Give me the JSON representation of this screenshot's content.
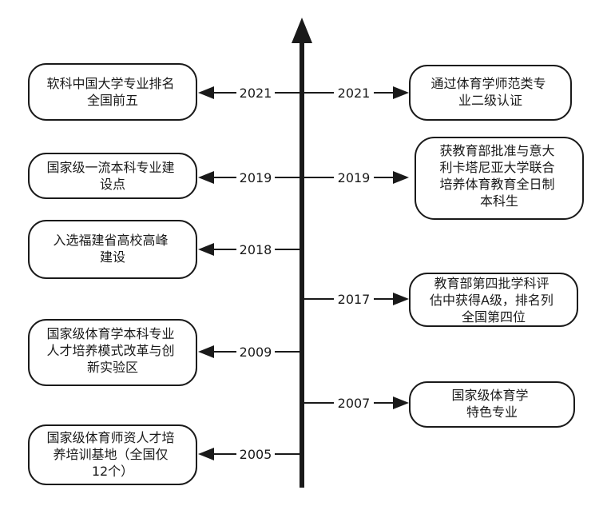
{
  "left_events": [
    {
      "year": "2021",
      "lines": [
        "软科中国大学专业排名",
        "全国前五"
      ]
    },
    {
      "year": "2019",
      "lines": [
        "国家级一流本科专业建",
        "设点"
      ]
    },
    {
      "year": "2018",
      "lines": [
        "入选福建省高校高峰",
        "建设"
      ]
    },
    {
      "year": "2009",
      "lines": [
        "国家级体育学本科专业",
        "人才培养模式改革与创",
        "新实验区"
      ]
    },
    {
      "year": "2005",
      "lines": [
        "国家级体育师资人才培",
        "养培训基地（全国仅",
        "12个）"
      ]
    }
  ],
  "right_events": [
    {
      "year": "2021",
      "lines": [
        "通过体育学师范类专",
        "业二级认证"
      ]
    },
    {
      "year": "2019",
      "lines": [
        "获教育部批准与意大",
        "利卡塔尼亚大学联合",
        "培养体育教育全日制",
        "本科生"
      ]
    },
    {
      "year": "2017",
      "lines": [
        "教育部第四批学科评",
        "估中获得A级，排名列",
        "全国第四位"
      ]
    },
    {
      "year": "2007",
      "lines": [
        "国家级体育学",
        "特色专业"
      ]
    }
  ]
}
